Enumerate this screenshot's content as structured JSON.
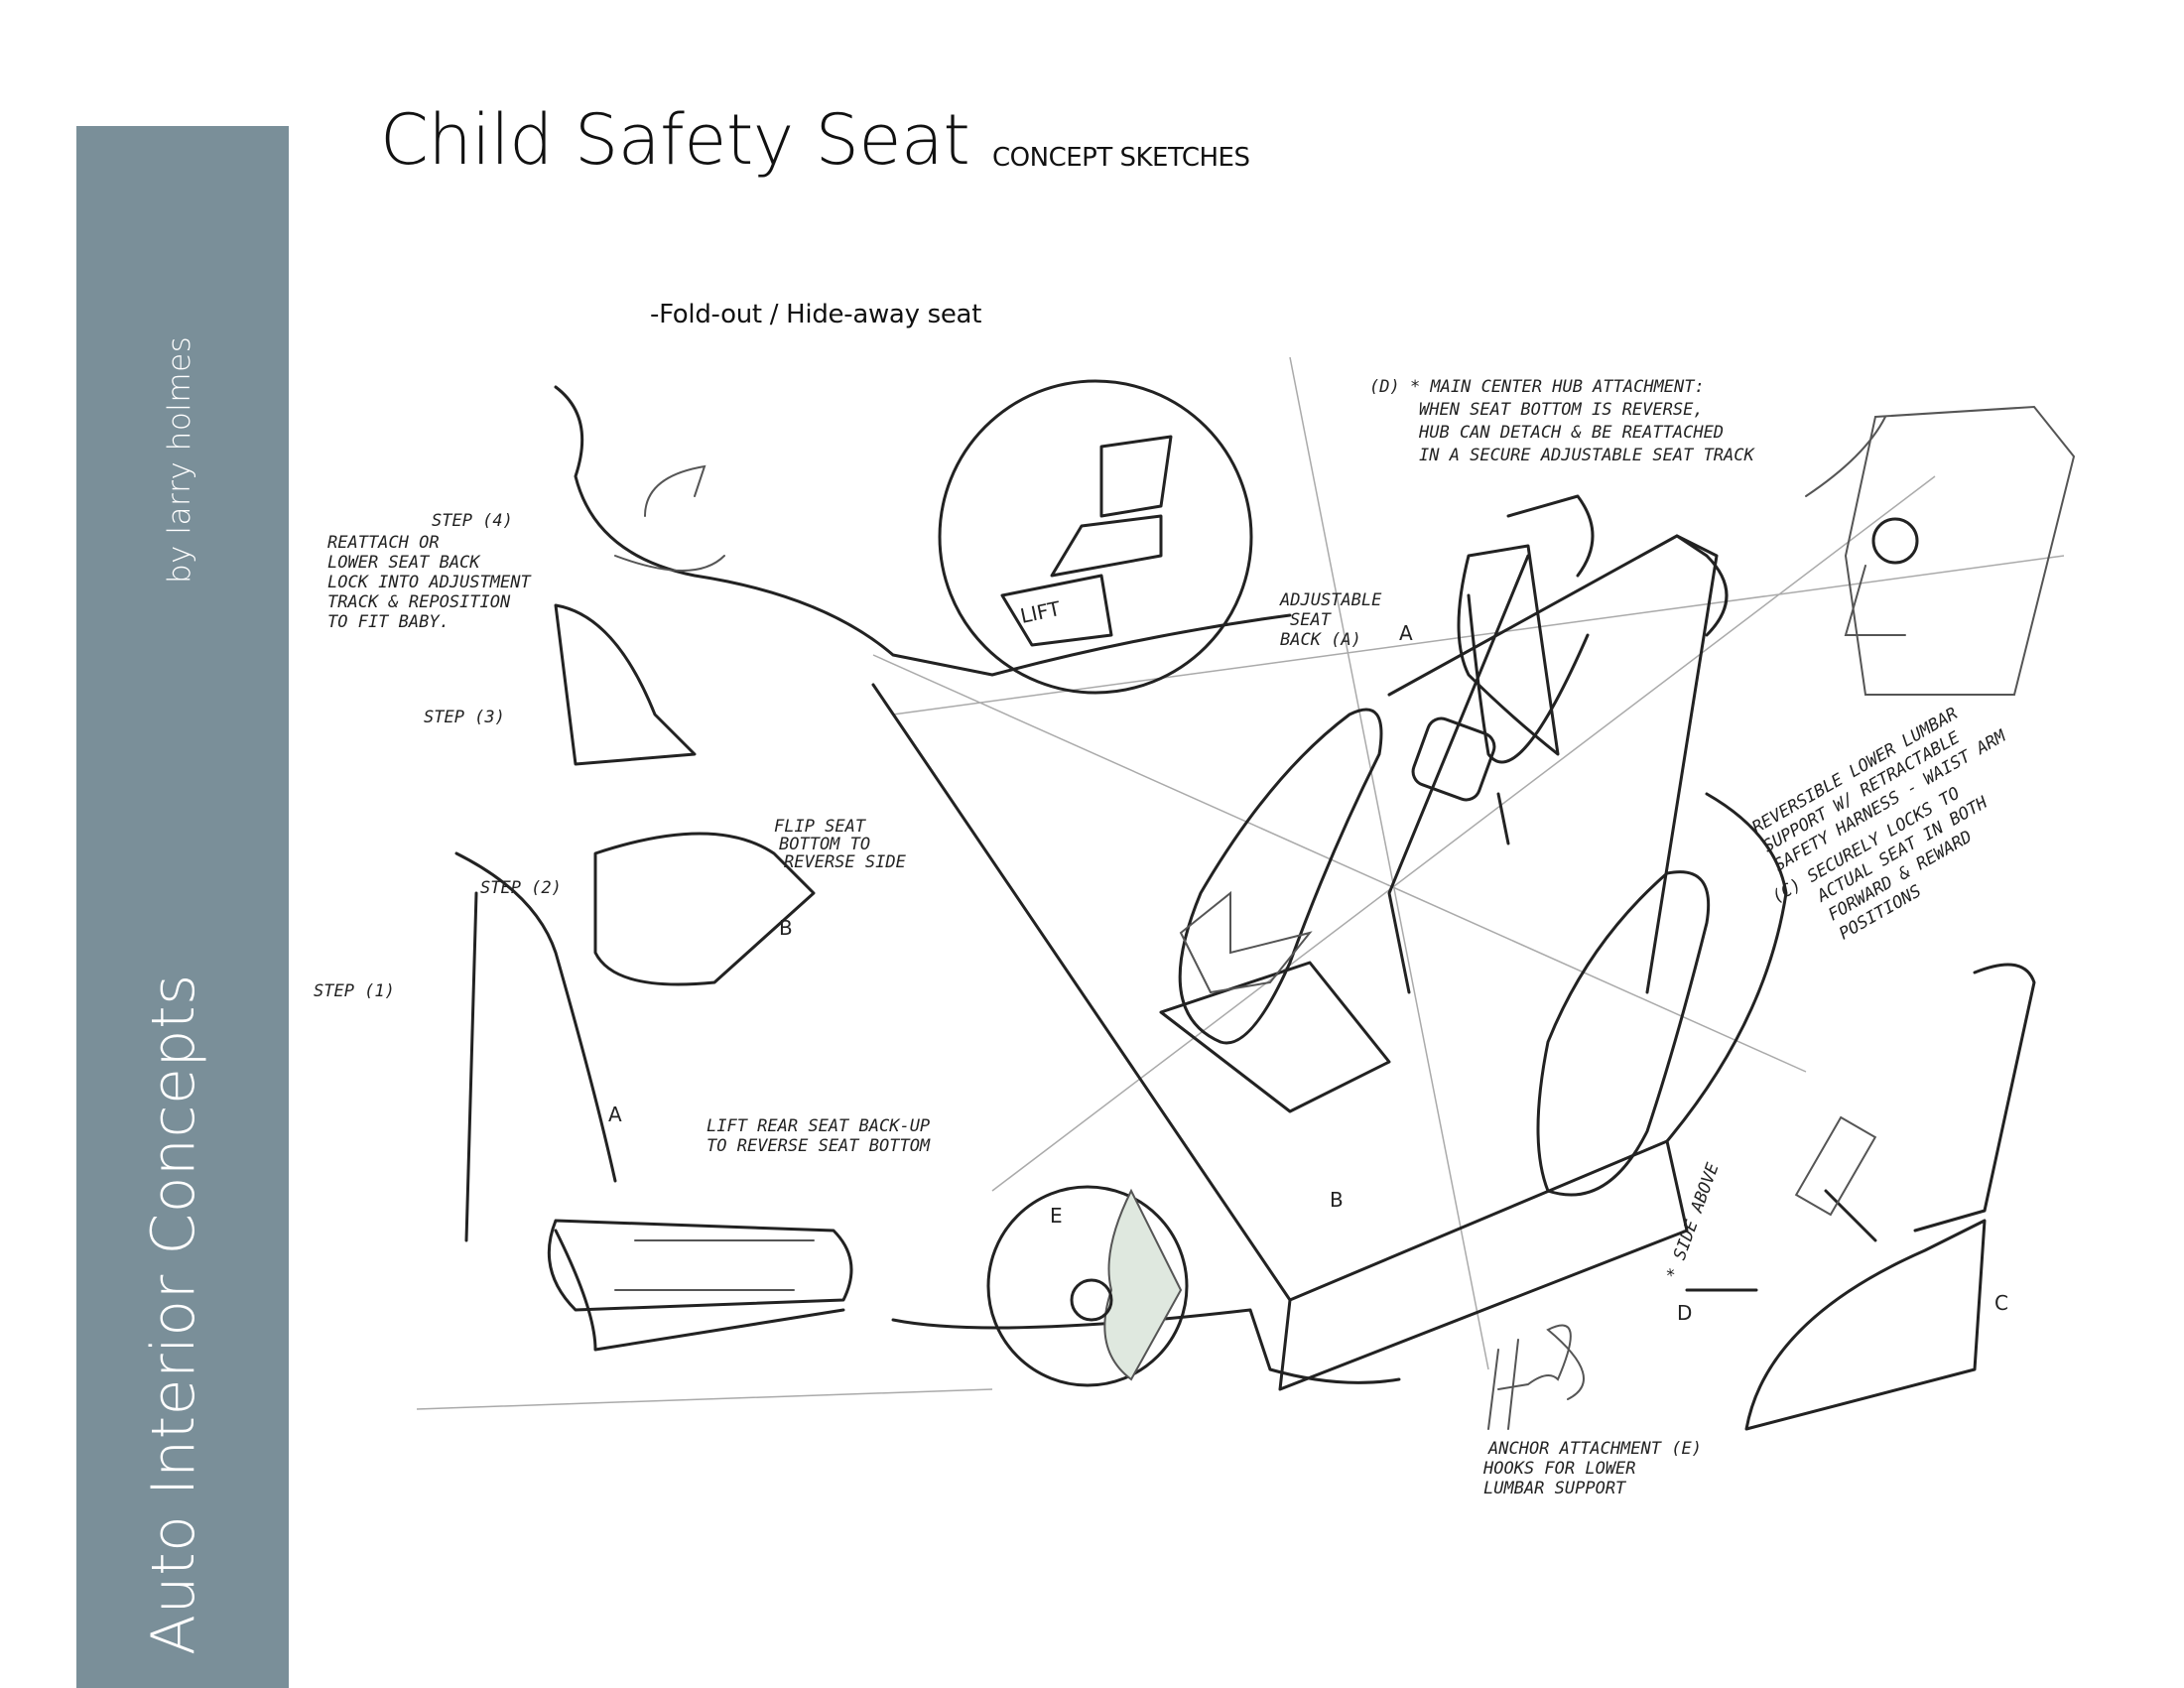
{
  "sidebar": {
    "author": "by larry holmes",
    "series_title": "Auto Interior Concepts",
    "color": "#7a8f99"
  },
  "header": {
    "title": "Child Safety Seat",
    "subtitle": "CONCEPT SKETCHES"
  },
  "caption": "-Fold-out / Hide-away seat",
  "sketch": {
    "step4": [
      "STEP (4)",
      "REATTACH OR",
      "LOWER SEAT BACK",
      "LOCK INTO ADJUSTMENT",
      "TRACK & REPOSITION",
      "TO FIT BABY."
    ],
    "step3": "STEP (3)",
    "step2": "STEP (2)",
    "step1": "STEP (1)",
    "flip_note": [
      "FLIP SEAT",
      "BOTTOM TO",
      "REVERSE SIDE"
    ],
    "lift_note": [
      "LIFT REAR SEAT BACK-UP",
      "TO REVERSE SEAT BOTTOM"
    ],
    "lift_tag": "LIFT",
    "adjustable_note": [
      "ADJUSTABLE",
      "SEAT",
      "BACK (A)"
    ],
    "hub_note": [
      "(D) * MAIN CENTER HUB ATTACHMENT:",
      "WHEN SEAT BOTTOM IS REVERSE,",
      "HUB CAN DETACH & BE REATTACHED",
      "IN A SECURE ADJUSTABLE SEAT TRACK"
    ],
    "lumbar_note": [
      "REVERSIBLE LOWER LUMBAR",
      "SUPPORT W/ RETRACTABLE",
      "SAFETY HARNESS - WAIST ARM"
    ],
    "locks_note": [
      "(C) SECURELY LOCKS TO",
      "ACTUAL SEAT IN BOTH",
      "FORWARD & REWARD",
      "POSITIONS"
    ],
    "anchor_note": [
      "ANCHOR ATTACHMENT (E)",
      "HOOKS FOR LOWER",
      "LUMBAR SUPPORT"
    ],
    "side_note": "* SIDE ABOVE",
    "labels": {
      "a": "A",
      "b": "B",
      "c": "C",
      "d": "D",
      "e": "E"
    },
    "signature": "Holmes"
  }
}
